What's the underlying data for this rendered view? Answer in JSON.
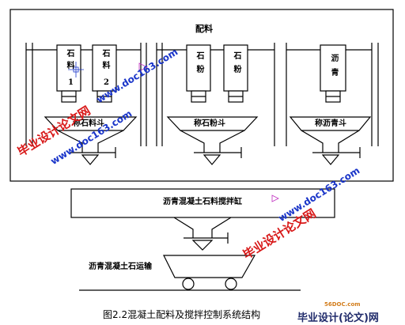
{
  "header": {
    "title": "配料"
  },
  "silos": [
    {
      "chars": "石料1",
      "label_line1": "石",
      "label_line2": "料",
      "label_line3": "1"
    },
    {
      "chars": "石料2",
      "label_line1": "石",
      "label_line2": "料",
      "label_line3": "2"
    },
    {
      "chars": "石粉",
      "label_line1": "石",
      "label_line2": "粉",
      "label_line3": ""
    },
    {
      "chars": "石粉",
      "label_line1": "石",
      "label_line2": "粉",
      "label_line3": ""
    },
    {
      "chars": "沥青",
      "label_line1": "沥",
      "label_line2": "青",
      "label_line3": ""
    }
  ],
  "hoppers": {
    "stone": "称石料斗",
    "powder": "称石粉斗",
    "asphalt": "称沥青斗"
  },
  "mixer": {
    "label": "沥青混凝土石料搅拌缸"
  },
  "cart": {
    "label": "沥青混凝土石运输"
  },
  "caption": "图2.2混凝土配料及搅拌控制系统结构",
  "watermarks": {
    "site_name": "毕业设计论文网",
    "url": "www.doc163.com"
  },
  "logo": {
    "small": "56DOC.com",
    "main": "毕业设计(论文)网"
  }
}
